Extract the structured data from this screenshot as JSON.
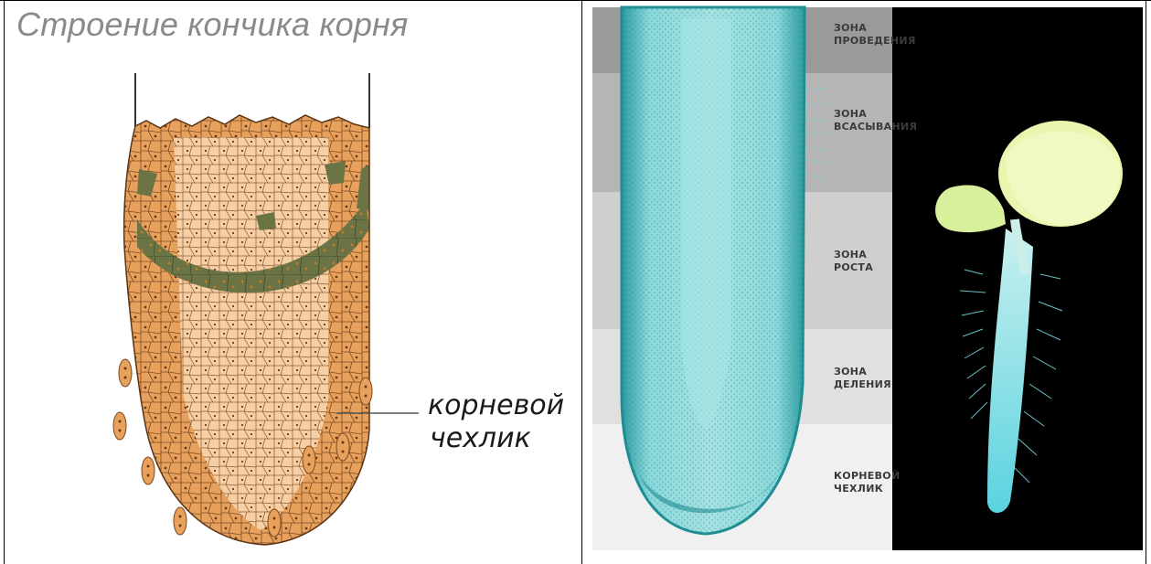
{
  "left_panel": {
    "title": "Строение кончика корня",
    "label_line1": "корневой",
    "label_line2": "чехлик"
  },
  "right_panel": {
    "zones": [
      {
        "line1": "ЗОНА",
        "line2": "ПРОВЕДЕНИЯ"
      },
      {
        "line1": "ЗОНА",
        "line2": "ВСАСЫВАНИЯ"
      },
      {
        "line1": "ЗОНА",
        "line2": "РОСТА"
      },
      {
        "line1": "ЗОНА",
        "line2": "ДЕЛЕНИЯ"
      },
      {
        "line1": "КОРНЕВОЙ",
        "line2": "ЧЕХЛИК"
      }
    ]
  },
  "colors": {
    "outer_cells": "#e8a15c",
    "inner_cells": "#f6cfa4",
    "meristem_band": "#6b7445",
    "cell_border": "#7a4a22",
    "root_cyan": "#7fd3d6",
    "root_edge": "#1e8c93",
    "background_dark": "#000000"
  }
}
